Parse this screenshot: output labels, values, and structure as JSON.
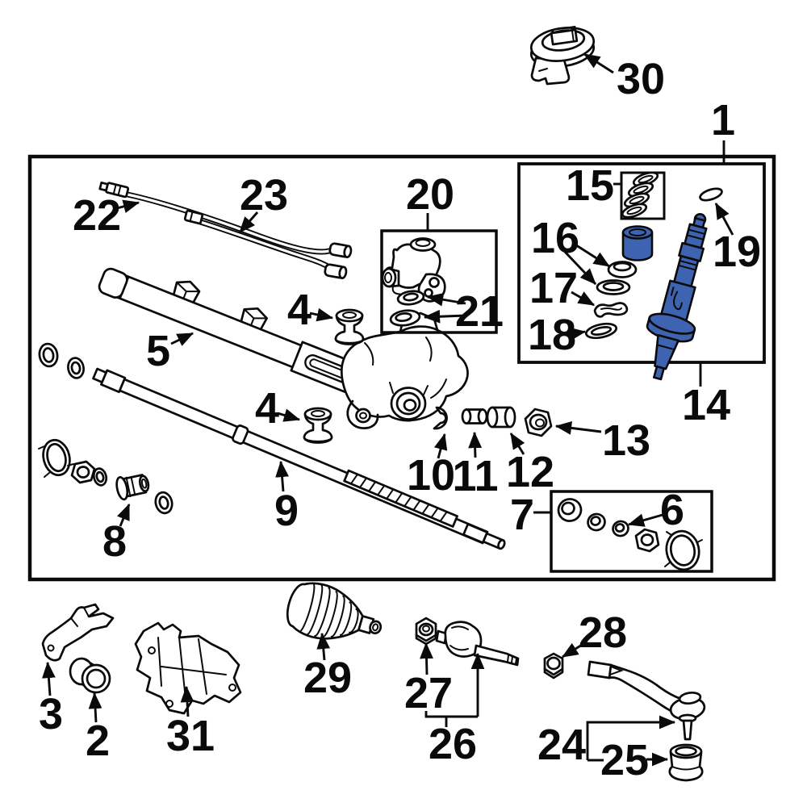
{
  "diagram": {
    "kind": "exploded-parts-diagram",
    "background": "#ffffff",
    "line_color": "#0a0a0a",
    "highlight_color": "#3e63b0",
    "highlighted_callout": "14"
  },
  "labels": {
    "p1": "1",
    "p2": "2",
    "p3": "3",
    "p4a": "4",
    "p4b": "4",
    "p5": "5",
    "p6": "6",
    "p7": "7",
    "p8": "8",
    "p9": "9",
    "p10": "10",
    "p11": "11",
    "p12": "12",
    "p13": "13",
    "p14": "14",
    "p15": "15",
    "p16": "16",
    "p17": "17",
    "p18": "18",
    "p19": "19",
    "p20": "20",
    "p21": "21",
    "p22": "22",
    "p23": "23",
    "p24": "24",
    "p25": "25",
    "p26": "26",
    "p27": "27",
    "p28": "28",
    "p29": "29",
    "p30": "30",
    "p31": "31"
  }
}
